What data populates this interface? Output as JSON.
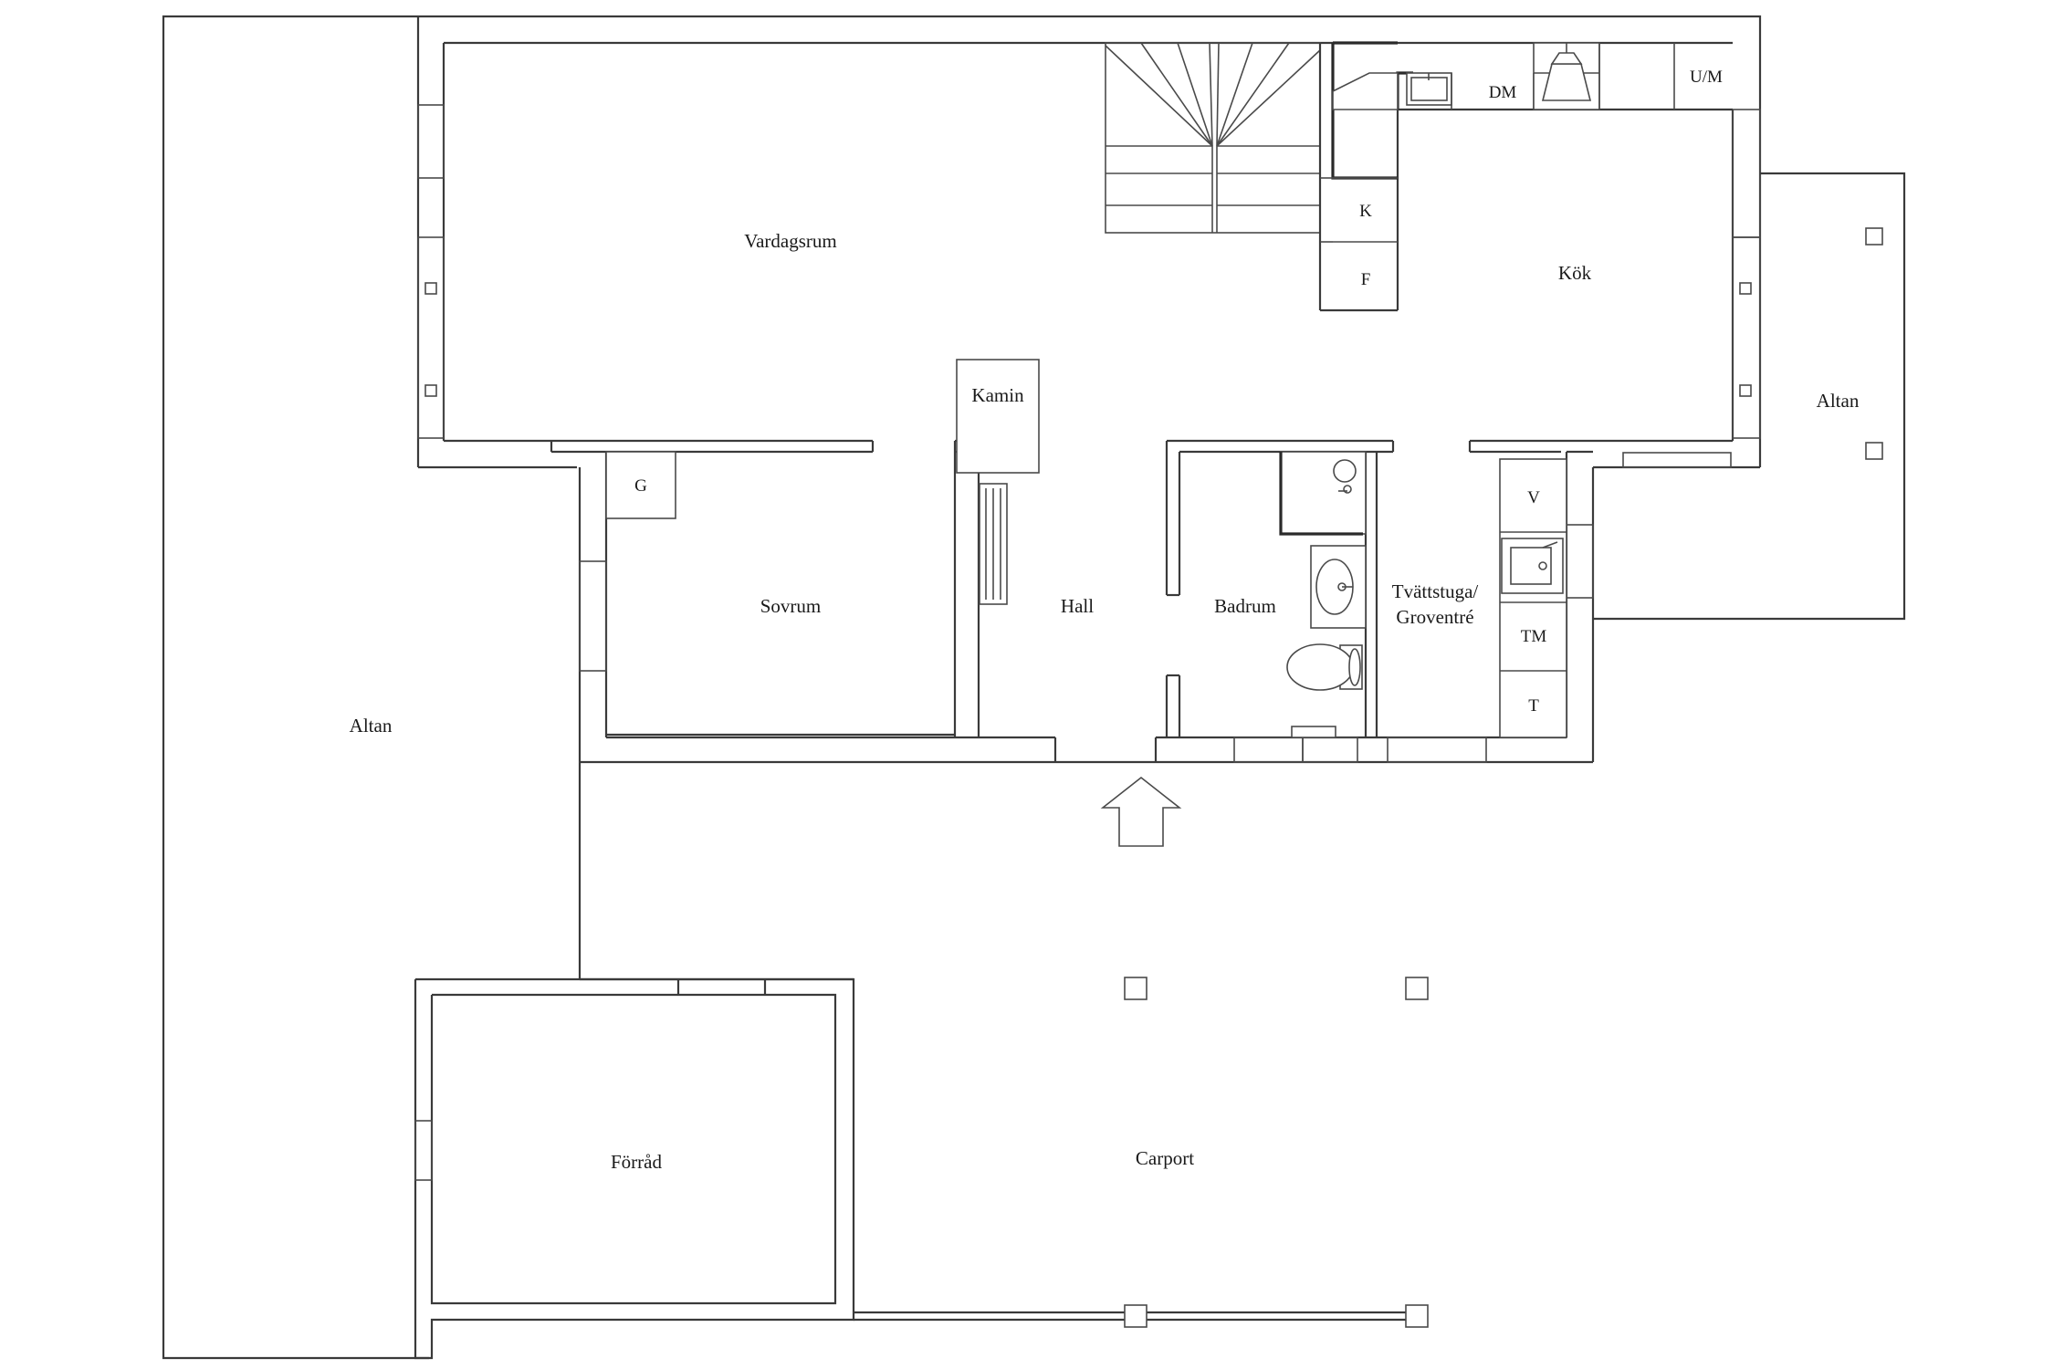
{
  "rooms": {
    "vardagsrum": "Vardagsrum",
    "kok": "Kök",
    "altan_right": "Altan",
    "altan_left": "Altan",
    "sovrum": "Sovrum",
    "hall": "Hall",
    "badrum": "Badrum",
    "tvattstuga_line1": "Tvättstuga/",
    "tvattstuga_line2": "Groventré",
    "forrad": "Förråd",
    "carport": "Carport",
    "kamin": "Kamin"
  },
  "appliances": {
    "dm": "DM",
    "um": "U/M",
    "k": "K",
    "f": "F",
    "g": "G",
    "v": "V",
    "tm": "TM",
    "t": "T"
  }
}
